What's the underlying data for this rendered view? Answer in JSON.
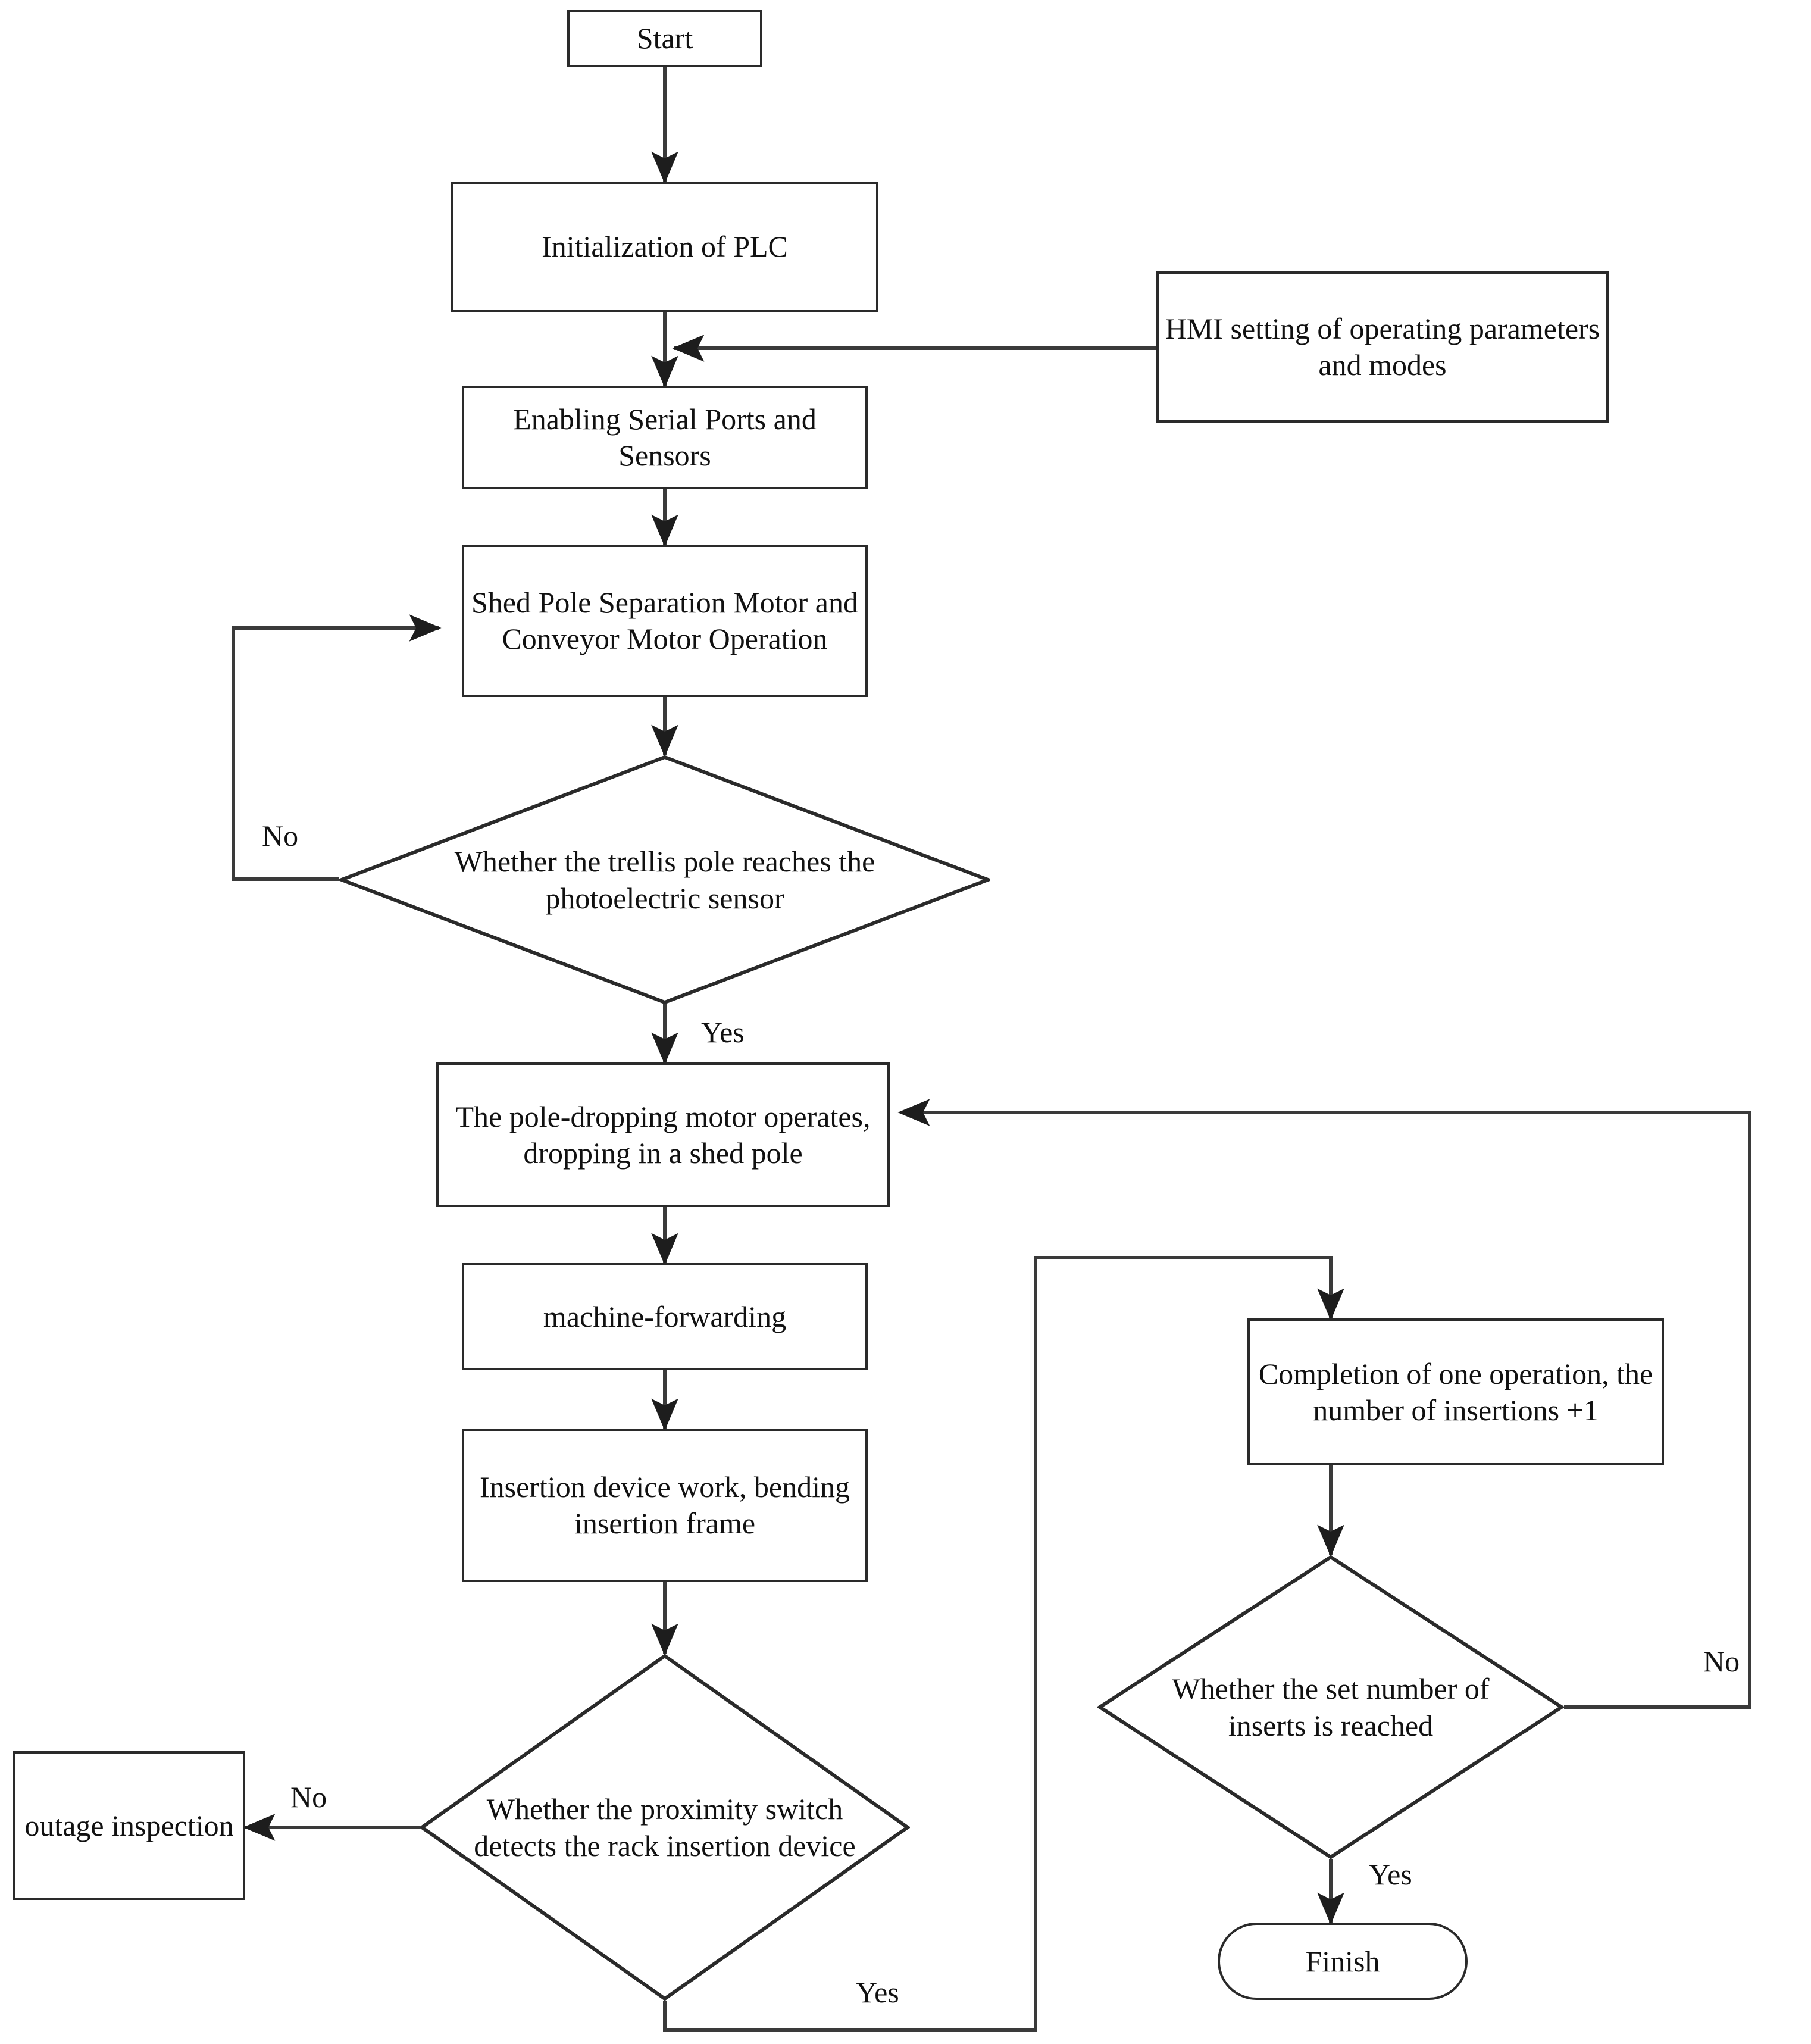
{
  "diagram": {
    "title": "PLC control flow for shed pole insertion machine",
    "type": "flowchart",
    "colors": {
      "stroke": "#2a2a2a",
      "fill": "#ffffff",
      "text": "#111111"
    }
  },
  "nodes": {
    "start": {
      "label": "Start",
      "shape": "process"
    },
    "init_plc": {
      "label": "Initialization of PLC",
      "shape": "process"
    },
    "hmi": {
      "label": "HMI setting of operating parameters and modes",
      "shape": "process"
    },
    "enable_ports": {
      "label": "Enabling Serial Ports and Sensors",
      "shape": "process"
    },
    "shed_motor": {
      "label": "Shed Pole Separation Motor and Conveyor Motor Operation",
      "shape": "process"
    },
    "dec_trellis": {
      "label": "Whether the trellis pole reaches the photoelectric sensor",
      "shape": "decision"
    },
    "pole_drop": {
      "label": "The pole-dropping motor operates, dropping in a shed pole",
      "shape": "process"
    },
    "machine_fwd": {
      "label": "machine-forwarding",
      "shape": "process"
    },
    "insert_dev": {
      "label": "Insertion device work, bending insertion frame",
      "shape": "process"
    },
    "dec_proximity": {
      "label": "Whether the proximity switch detects the rack insertion device",
      "shape": "decision"
    },
    "outage": {
      "label": "outage inspection",
      "shape": "process"
    },
    "completion": {
      "label": "Completion of one operation, the number of insertions +1",
      "shape": "process"
    },
    "dec_count": {
      "label": "Whether the set number of inserts is reached",
      "shape": "decision"
    },
    "finish": {
      "label": "Finish",
      "shape": "terminator"
    }
  },
  "edge_labels": {
    "trellis_no": "No",
    "trellis_yes": "Yes",
    "proximity_no": "No",
    "proximity_yes": "Yes",
    "count_no": "No",
    "count_yes": "Yes"
  }
}
